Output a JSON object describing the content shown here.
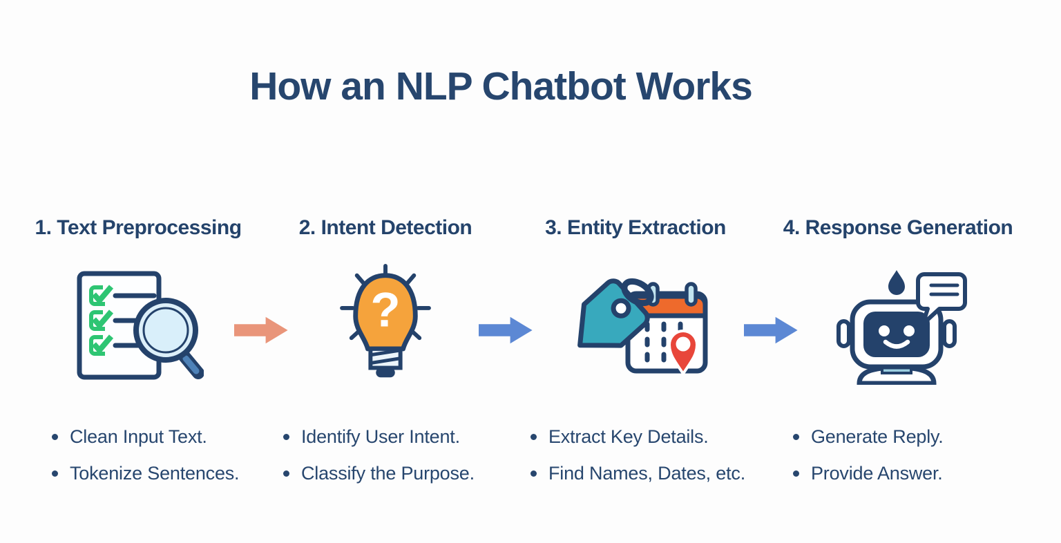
{
  "title": "How an NLP Chatbot Works",
  "palette": {
    "text_navy": "#27466E",
    "outline_navy": "#24426B",
    "check_green": "#2EC573",
    "lens_blue": "#D9EFFA",
    "handle_blue": "#4E82B8",
    "bulb_orange": "#F5A33C",
    "bulb_base": "#ECF5FB",
    "tag_teal": "#38A9BD",
    "calendar_orange": "#EE6A2C",
    "ring_light_blue": "#C2E4EF",
    "pin_red": "#E8463A",
    "robot_neck_blue": "#9CCFE0",
    "arrow_salmon": "#E9957A",
    "arrow_blue": "#5C88D4",
    "background": "#FDFDFD"
  },
  "steps": [
    {
      "heading": "1. Text Preprocessing",
      "icon": "checklist-magnifier-icon",
      "bullets": [
        "Clean Input Text.",
        "Tokenize Sentences."
      ]
    },
    {
      "heading": "2. Intent Detection",
      "icon": "lightbulb-question-icon",
      "icon_text": "?",
      "bullets": [
        "Identify User Intent.",
        "Classify the Purpose."
      ]
    },
    {
      "heading": "3. Entity Extraction",
      "icon": "tag-calendar-pin-icon",
      "bullets": [
        "Extract Key Details.",
        "Find Names, Dates, etc."
      ]
    },
    {
      "heading": "4. Response Generation",
      "icon": "robot-chat-icon",
      "bullets": [
        "Generate Reply.",
        "Provide Answer."
      ]
    }
  ],
  "arrows": [
    {
      "name": "arrow-step1-to-step2",
      "color": "#E9957A"
    },
    {
      "name": "arrow-step2-to-step3",
      "color": "#5C88D4"
    },
    {
      "name": "arrow-step3-to-step4",
      "color": "#5C88D4"
    }
  ]
}
